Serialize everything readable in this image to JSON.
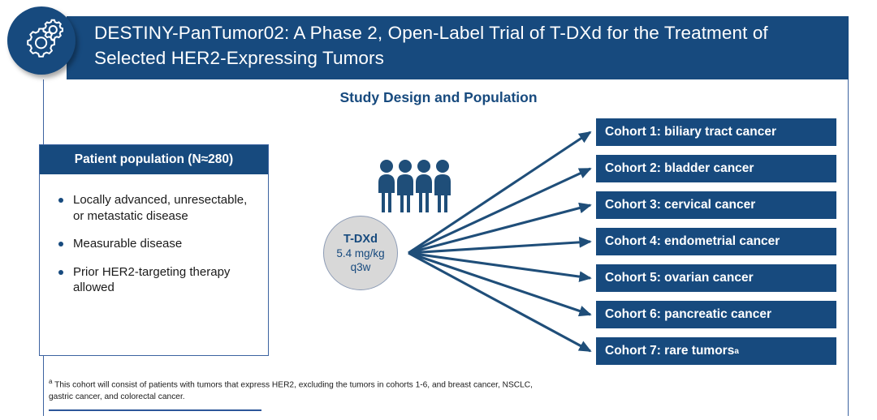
{
  "header": {
    "title": "DESTINY-PanTumor02: A Phase 2, Open-Label Trial of T-DXd for the Treatment of Selected HER2-Expressing Tumors",
    "badge_icon": "gears-icon",
    "background_color": "#174a7e",
    "text_color": "#ffffff"
  },
  "section": {
    "heading": "Study Design and Population"
  },
  "patient_population": {
    "header": "Patient population (N≈280)",
    "bullets": [
      "Locally advanced, unresectable, or metastatic disease",
      "Measurable disease",
      "Prior HER2-targeting therapy allowed"
    ]
  },
  "people_icon": {
    "name": "four-people-icon",
    "count": 4,
    "color": "#1f4e79"
  },
  "treatment": {
    "name": "T-DXd",
    "dose": "5.4 mg/kg",
    "schedule": "q3w",
    "fill_color": "#d8d8d8",
    "text_color": "#174a7e"
  },
  "cohorts": [
    {
      "label": "Cohort 1: biliary tract cancer",
      "footnote_marker": ""
    },
    {
      "label": "Cohort 2: bladder cancer",
      "footnote_marker": ""
    },
    {
      "label": "Cohort 3: cervical cancer",
      "footnote_marker": ""
    },
    {
      "label": "Cohort 4: endometrial cancer",
      "footnote_marker": ""
    },
    {
      "label": "Cohort 5: ovarian cancer",
      "footnote_marker": ""
    },
    {
      "label": "Cohort 6: pancreatic cancer",
      "footnote_marker": ""
    },
    {
      "label": "Cohort 7: rare tumors",
      "footnote_marker": "a"
    }
  ],
  "footnote": {
    "marker": "a",
    "text": "This cohort will consist of patients with tumors that express HER2, excluding the tumors in cohorts 1-6, and breast cancer, NSCLC, gastric cancer, and colorectal cancer."
  },
  "colors": {
    "primary_blue": "#174a7e",
    "border_blue": "#3c63a0",
    "arrow_blue": "#1f4e79",
    "oval_gray": "#d8d8d8"
  }
}
